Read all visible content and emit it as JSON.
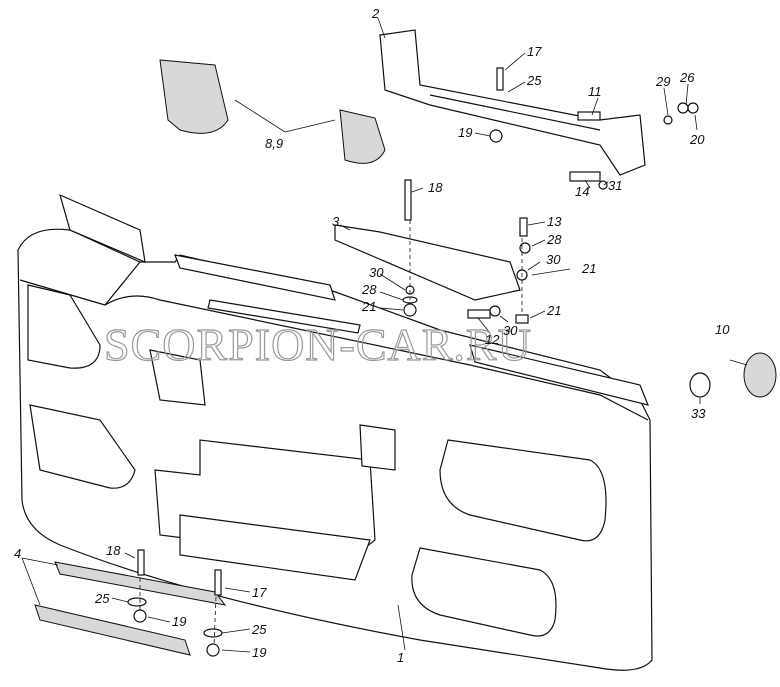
{
  "diagram": {
    "watermark": "SCORPION-CAR.RU",
    "labels": {
      "l1": "1",
      "l2": "2",
      "l3": "3",
      "l4": "4",
      "l8_9": "8,9",
      "l10": "10",
      "l11": "11",
      "l12": "12",
      "l13": "13",
      "l14": "14",
      "l17a": "17",
      "l17b": "17",
      "l18a": "18",
      "l18b": "18",
      "l19a": "19",
      "l19b": "19",
      "l19c": "19",
      "l20": "20",
      "l21a": "21",
      "l21b": "21",
      "l21c": "21",
      "l25a": "25",
      "l25b": "25",
      "l25c": "25",
      "l26": "26",
      "l28a": "28",
      "l28b": "28",
      "l29": "29",
      "l30a": "30",
      "l30b": "30",
      "l30c": "30",
      "l31": "31",
      "l33": "33"
    }
  }
}
